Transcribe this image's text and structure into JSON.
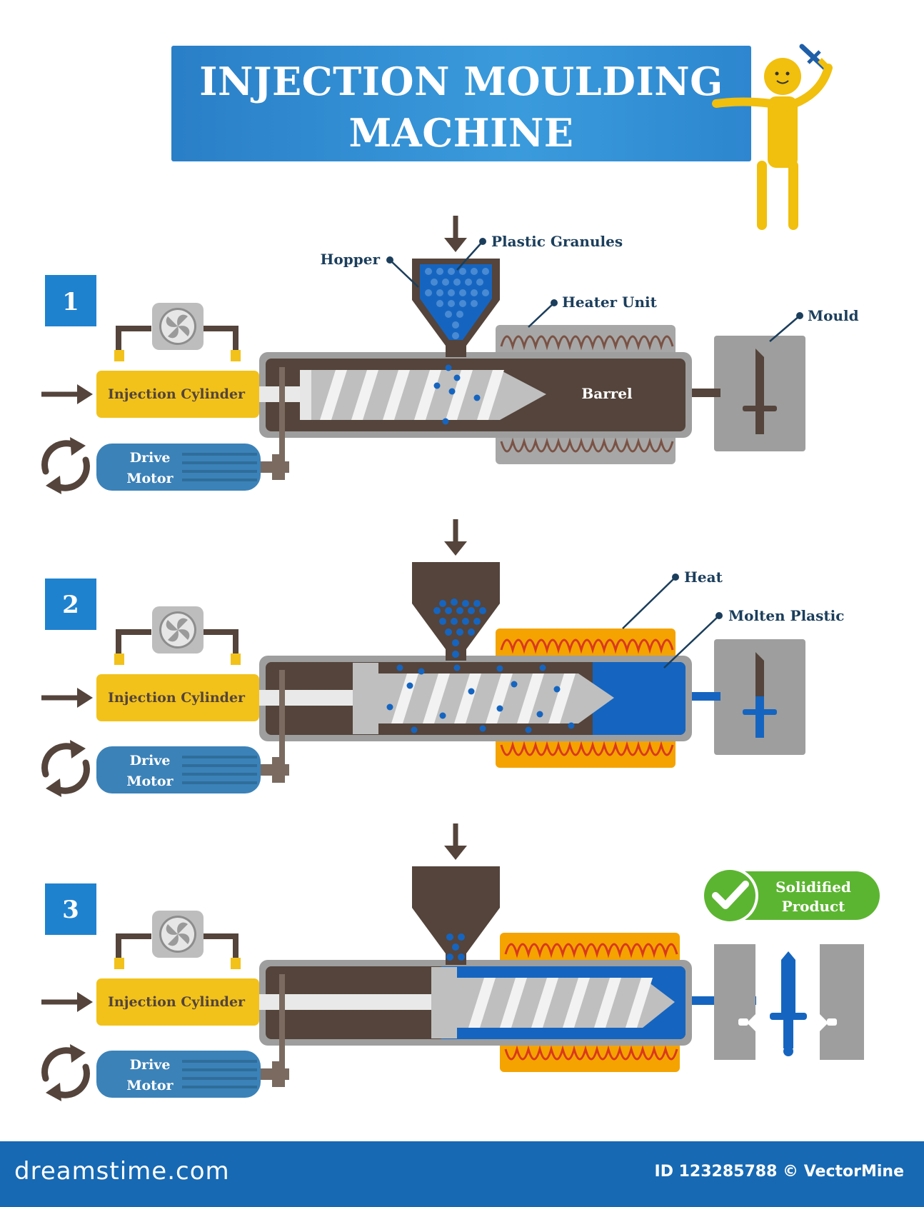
{
  "title": {
    "line1": "INJECTION MOULDING",
    "line2": "MACHINE"
  },
  "steps": [
    {
      "number": "1",
      "injection_cylinder_label": "Injection Cylinder",
      "drive_motor_line1": "Drive",
      "drive_motor_line2": "Motor"
    },
    {
      "number": "2",
      "injection_cylinder_label": "Injection Cylinder",
      "drive_motor_line1": "Drive",
      "drive_motor_line2": "Motor"
    },
    {
      "number": "3",
      "injection_cylinder_label": "Injection Cylinder",
      "drive_motor_line1": "Drive",
      "drive_motor_line2": "Motor"
    }
  ],
  "labels": {
    "hopper": "Hopper",
    "plastic_granules": "Plastic Granules",
    "heater_unit": "Heater Unit",
    "mould": "Mould",
    "barrel": "Barrel",
    "heat": "Heat",
    "molten_plastic": "Molten Plastic",
    "solidified_line1": "Solidified",
    "solidified_line2": "Product"
  },
  "footer": {
    "brand": "dreamstime.com",
    "id_text": "ID 123285788 © VectorMine"
  },
  "colors": {
    "title_blue": "#2a7fc7",
    "step_badge": "#1f82cf",
    "cylinder_yellow": "#f2c21b",
    "motor_blue": "#3b82b8",
    "barrel_dark": "#54443b",
    "barrel_frame": "#9e9e9e",
    "plastic_blue": "#1565c0",
    "heater_orange": "#f4a300",
    "heater_coil_red": "#d9381e",
    "check_green": "#5cb531",
    "footer_blue": "#1769b3"
  }
}
